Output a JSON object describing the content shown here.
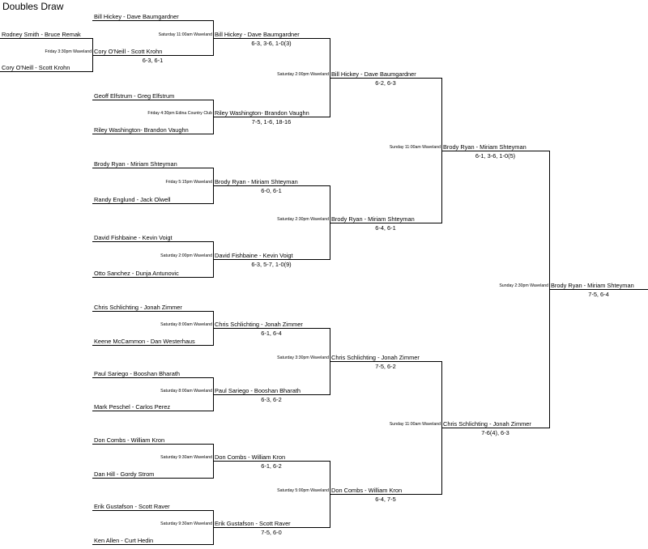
{
  "title": "Doubles Draw",
  "r0": [
    {
      "top": "Rodney Smith - Bruce Remak",
      "bottom": "Cory O'Neill - Scott Krohn",
      "schedule": "Friday 3:30pm Waveland",
      "winner": "Cory O'Neill - Scott Krohn",
      "score": "6-3, 6-1"
    }
  ],
  "r1": [
    {
      "top": "Bill Hickey - Dave Baumgardner",
      "schedule": "Saturday 11:00am Waveland",
      "winner": "Bill Hickey - Dave Baumgardner",
      "score": "6-3, 3-6, 1-0(3)"
    },
    {
      "top": "Geoff Elfstrum - Greg Elfstrum",
      "bottom": "Riley Washington- Brandon Vaughn",
      "schedule": "Friday 4:30pm Edina Country Club",
      "winner": "Riley Washington- Brandon Vaughn",
      "score": "7-5, 1-6, 18-16"
    },
    {
      "top": "Brody Ryan - Miriam Shteyman",
      "bottom": "Randy Englund - Jack Olwell",
      "schedule": "Friday 5:15pm Waveland",
      "winner": "Brody Ryan - Miriam Shteyman",
      "score": "6-0, 6-1"
    },
    {
      "top": "David Fishbaine - Kevin Voigt",
      "bottom": "Otto Sanchez - Dunja Antunovic",
      "schedule": "Saturday 2:00pm Waveland",
      "winner": "David Fishbaine - Kevin Voigt",
      "score": "6-3, 5-7, 1-0(9)"
    },
    {
      "top": "Chris Schlichting - Jonah Zimmer",
      "bottom": "Keene McCammon - Dan Westerhaus",
      "schedule": "Saturday 8:00am Waveland",
      "winner": "Chris Schlichting - Jonah Zimmer",
      "score": "6-1, 6-4"
    },
    {
      "top": "Paul Sariego - Booshan Bharath",
      "bottom": "Mark Peschel - Carlos Perez",
      "schedule": "Saturday 8:00am Waveland",
      "winner": "Paul Sariego - Booshan Bharath",
      "score": "6-3, 6-2"
    },
    {
      "top": "Don Combs - William Kron",
      "bottom": "Dan Hill - Gordy Strom",
      "schedule": "Saturday 9:30am Waveland",
      "winner": "Don Combs - William Kron",
      "score": "6-1, 6-2"
    },
    {
      "top": "Erik Gustafson - Scott Raver",
      "bottom": "Ken Allen - Curt Hedin",
      "schedule": "Saturday 9:30am Waveland",
      "winner": "Erik Gustafson - Scott Raver",
      "score": "7-5, 6-0"
    }
  ],
  "r2": [
    {
      "schedule": "Saturday 2:00pm Waveland",
      "winner": "Bill Hickey - Dave Baumgardner",
      "score": "6-2, 6-3"
    },
    {
      "schedule": "Saturday 2:30pm Waveland",
      "winner": "Brody Ryan - Miriam Shteyman",
      "score": "6-4, 6-1"
    },
    {
      "schedule": "Saturday 3:30pm Waveland",
      "winner": "Chris Schlichting - Jonah Zimmer",
      "score": "7-5, 6-2"
    },
    {
      "schedule": "Saturday 5:00pm Waveland",
      "winner": "Don Combs - William Kron",
      "score": "6-4, 7-5"
    }
  ],
  "r3": [
    {
      "schedule": "Sunday 11:00am Waveland",
      "winner": "Brody Ryan - Miriam Shteyman",
      "score": "6-1, 3-6, 1-0(5)"
    },
    {
      "schedule": "Sunday 11:00am Waveland",
      "winner": "Chris Schlichting - Jonah Zimmer",
      "score": "7-6(4), 6-3"
    }
  ],
  "final": [
    {
      "schedule": "Sunday 2:30pm Waveland",
      "winner": "Brody Ryan - Miriam Shteyman",
      "score": "7-5, 6-4"
    }
  ]
}
